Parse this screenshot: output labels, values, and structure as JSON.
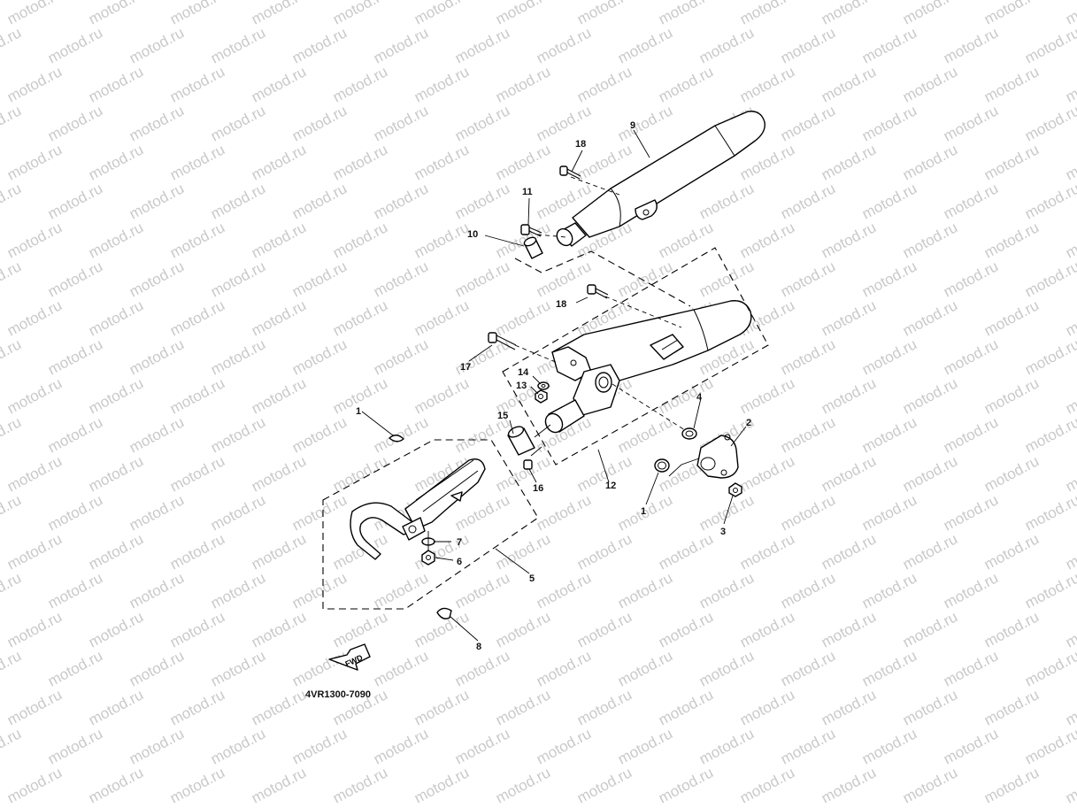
{
  "watermark": "motod.ru",
  "diagram_code": "4VR1300-7090",
  "fwd_label": "FWD",
  "callouts": {
    "c1a": "1",
    "c1b": "1",
    "c2": "2",
    "c3": "3",
    "c4": "4",
    "c5": "5",
    "c6": "6",
    "c7": "7",
    "c8": "8",
    "c9": "9",
    "c10": "10",
    "c11": "11",
    "c12": "12",
    "c13": "13",
    "c14": "14",
    "c15": "15",
    "c16": "16",
    "c17": "17",
    "c18a": "18",
    "c18b": "18"
  }
}
